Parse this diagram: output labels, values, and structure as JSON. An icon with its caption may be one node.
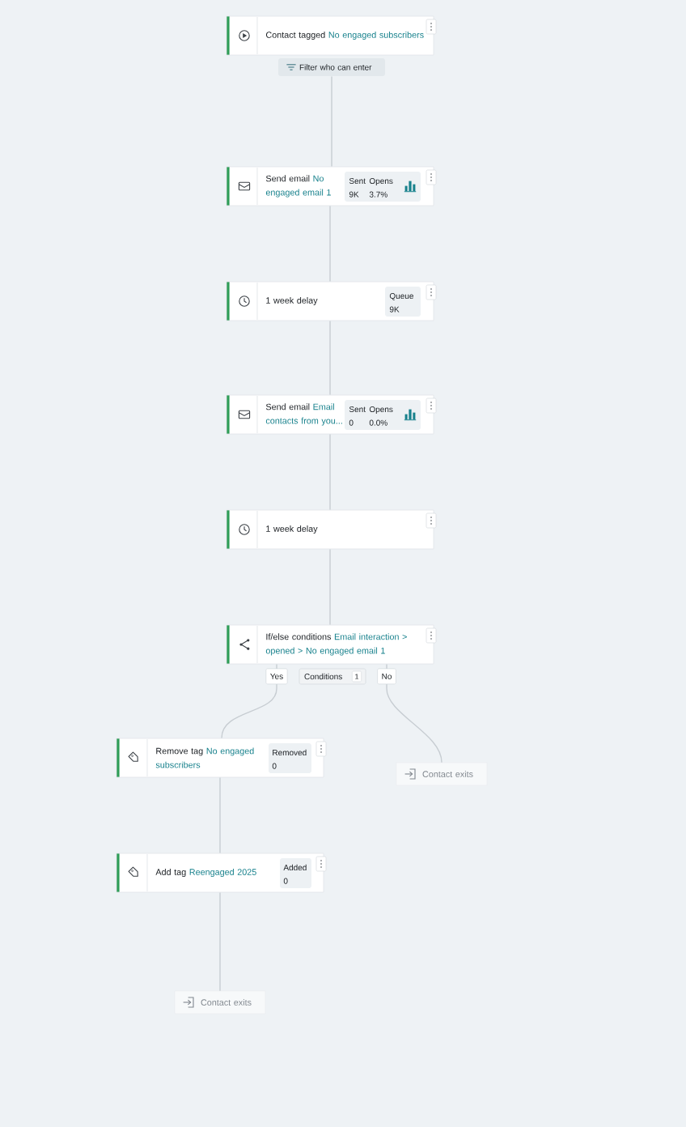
{
  "diagram": {
    "nodes": [
      {
        "text": [
          "Contact tagged",
          "No engaged subscribers"
        ]
      },
      {
        "text": [
          "Filter who can enter"
        ]
      },
      {
        "text": [
          "Send email",
          "No engaged email 1",
          "Sent",
          "Opens",
          "9K",
          "3.7%"
        ]
      },
      {
        "text": [
          "1 week delay",
          "Queue",
          "9K"
        ]
      },
      {
        "text": [
          "Send email",
          "Email contacts from you...",
          "Sent",
          "Opens",
          "0",
          "0.0%"
        ]
      },
      {
        "text": [
          "1 week delay"
        ]
      },
      {
        "text": [
          "If/else conditions",
          "Email interaction > opened > No engaged email 1"
        ]
      },
      {
        "text": [
          "Conditions",
          "1"
        ]
      },
      {
        "text": [
          "Remove tag",
          "No engaged subscribers",
          "Removed",
          "0"
        ]
      },
      {
        "text": [
          "Contact exits"
        ]
      },
      {
        "text": [
          "Add tag",
          "Reengaged 2025",
          "Added",
          "0"
        ]
      },
      {
        "text": [
          "Contact exits"
        ]
      }
    ],
    "edges": [
      {
        "from": 1,
        "to": 2,
        "arrow": "none"
      },
      {
        "from": 2,
        "to": 3,
        "arrow": "none"
      },
      {
        "from": 3,
        "to": 4,
        "arrow": "none"
      },
      {
        "from": 4,
        "to": 5,
        "arrow": "none"
      },
      {
        "from": 5,
        "to": 6,
        "arrow": "none"
      },
      {
        "from": 6,
        "to": 8,
        "arrow": "none",
        "label": "Yes"
      },
      {
        "from": 6,
        "to": 9,
        "arrow": "none",
        "label": "No"
      },
      {
        "from": 8,
        "to": 10,
        "arrow": "none"
      },
      {
        "from": 10,
        "to": 11,
        "arrow": "none"
      }
    ]
  }
}
